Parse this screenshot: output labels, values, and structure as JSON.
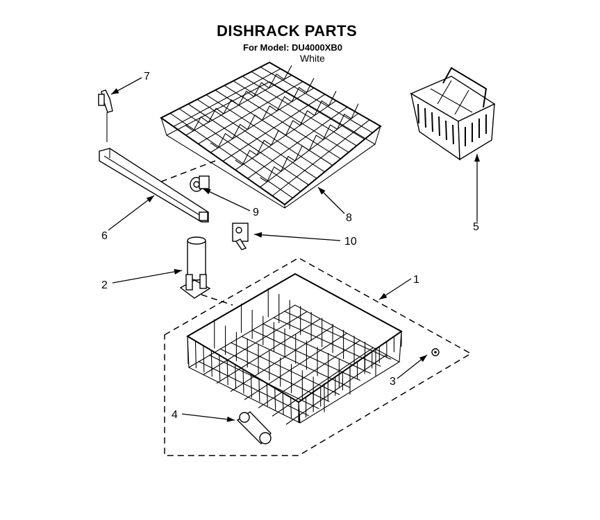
{
  "header": {
    "title": "DISHRACK PARTS",
    "model_line": "For Model: DU4000XB0",
    "variant": "White"
  },
  "callouts": [
    {
      "id": "1",
      "text": "1"
    },
    {
      "id": "2",
      "text": "2"
    },
    {
      "id": "3",
      "text": "3"
    },
    {
      "id": "4",
      "text": "4"
    },
    {
      "id": "5",
      "text": "5"
    },
    {
      "id": "6",
      "text": "6"
    },
    {
      "id": "7",
      "text": "7"
    },
    {
      "id": "8",
      "text": "8"
    },
    {
      "id": "9",
      "text": "9"
    },
    {
      "id": "10",
      "text": "10"
    }
  ],
  "colors": {
    "ink": "#000000",
    "paper": "#ffffff"
  }
}
